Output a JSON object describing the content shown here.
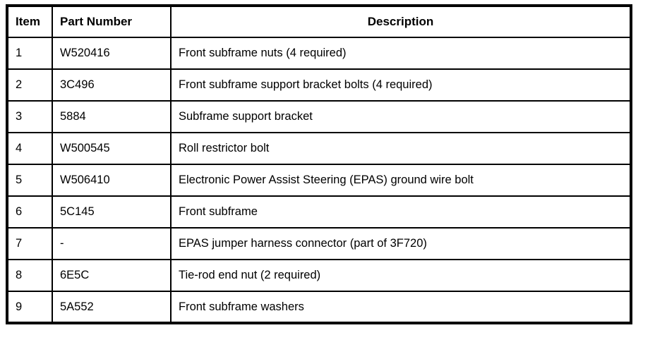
{
  "table": {
    "columns": {
      "item": "Item",
      "part_number": "Part Number",
      "description": "Description"
    },
    "rows": [
      {
        "item": "1",
        "part_number": "W520416",
        "description": "Front subframe nuts (4 required)"
      },
      {
        "item": "2",
        "part_number": "3C496",
        "description": "Front subframe support bracket bolts (4 required)"
      },
      {
        "item": "3",
        "part_number": "5884",
        "description": "Subframe support bracket"
      },
      {
        "item": "4",
        "part_number": "W500545",
        "description": "Roll restrictor bolt"
      },
      {
        "item": "5",
        "part_number": "W506410",
        "description": "Electronic Power Assist Steering (EPAS) ground wire bolt"
      },
      {
        "item": "6",
        "part_number": "5C145",
        "description": "Front subframe"
      },
      {
        "item": "7",
        "part_number": "-",
        "description": "EPAS jumper harness connector (part of 3F720)"
      },
      {
        "item": "8",
        "part_number": "6E5C",
        "description": "Tie-rod end nut (2 required)"
      },
      {
        "item": "9",
        "part_number": "5A552",
        "description": "Front subframe washers"
      }
    ],
    "border_color": "#000000",
    "background_color": "#ffffff"
  }
}
